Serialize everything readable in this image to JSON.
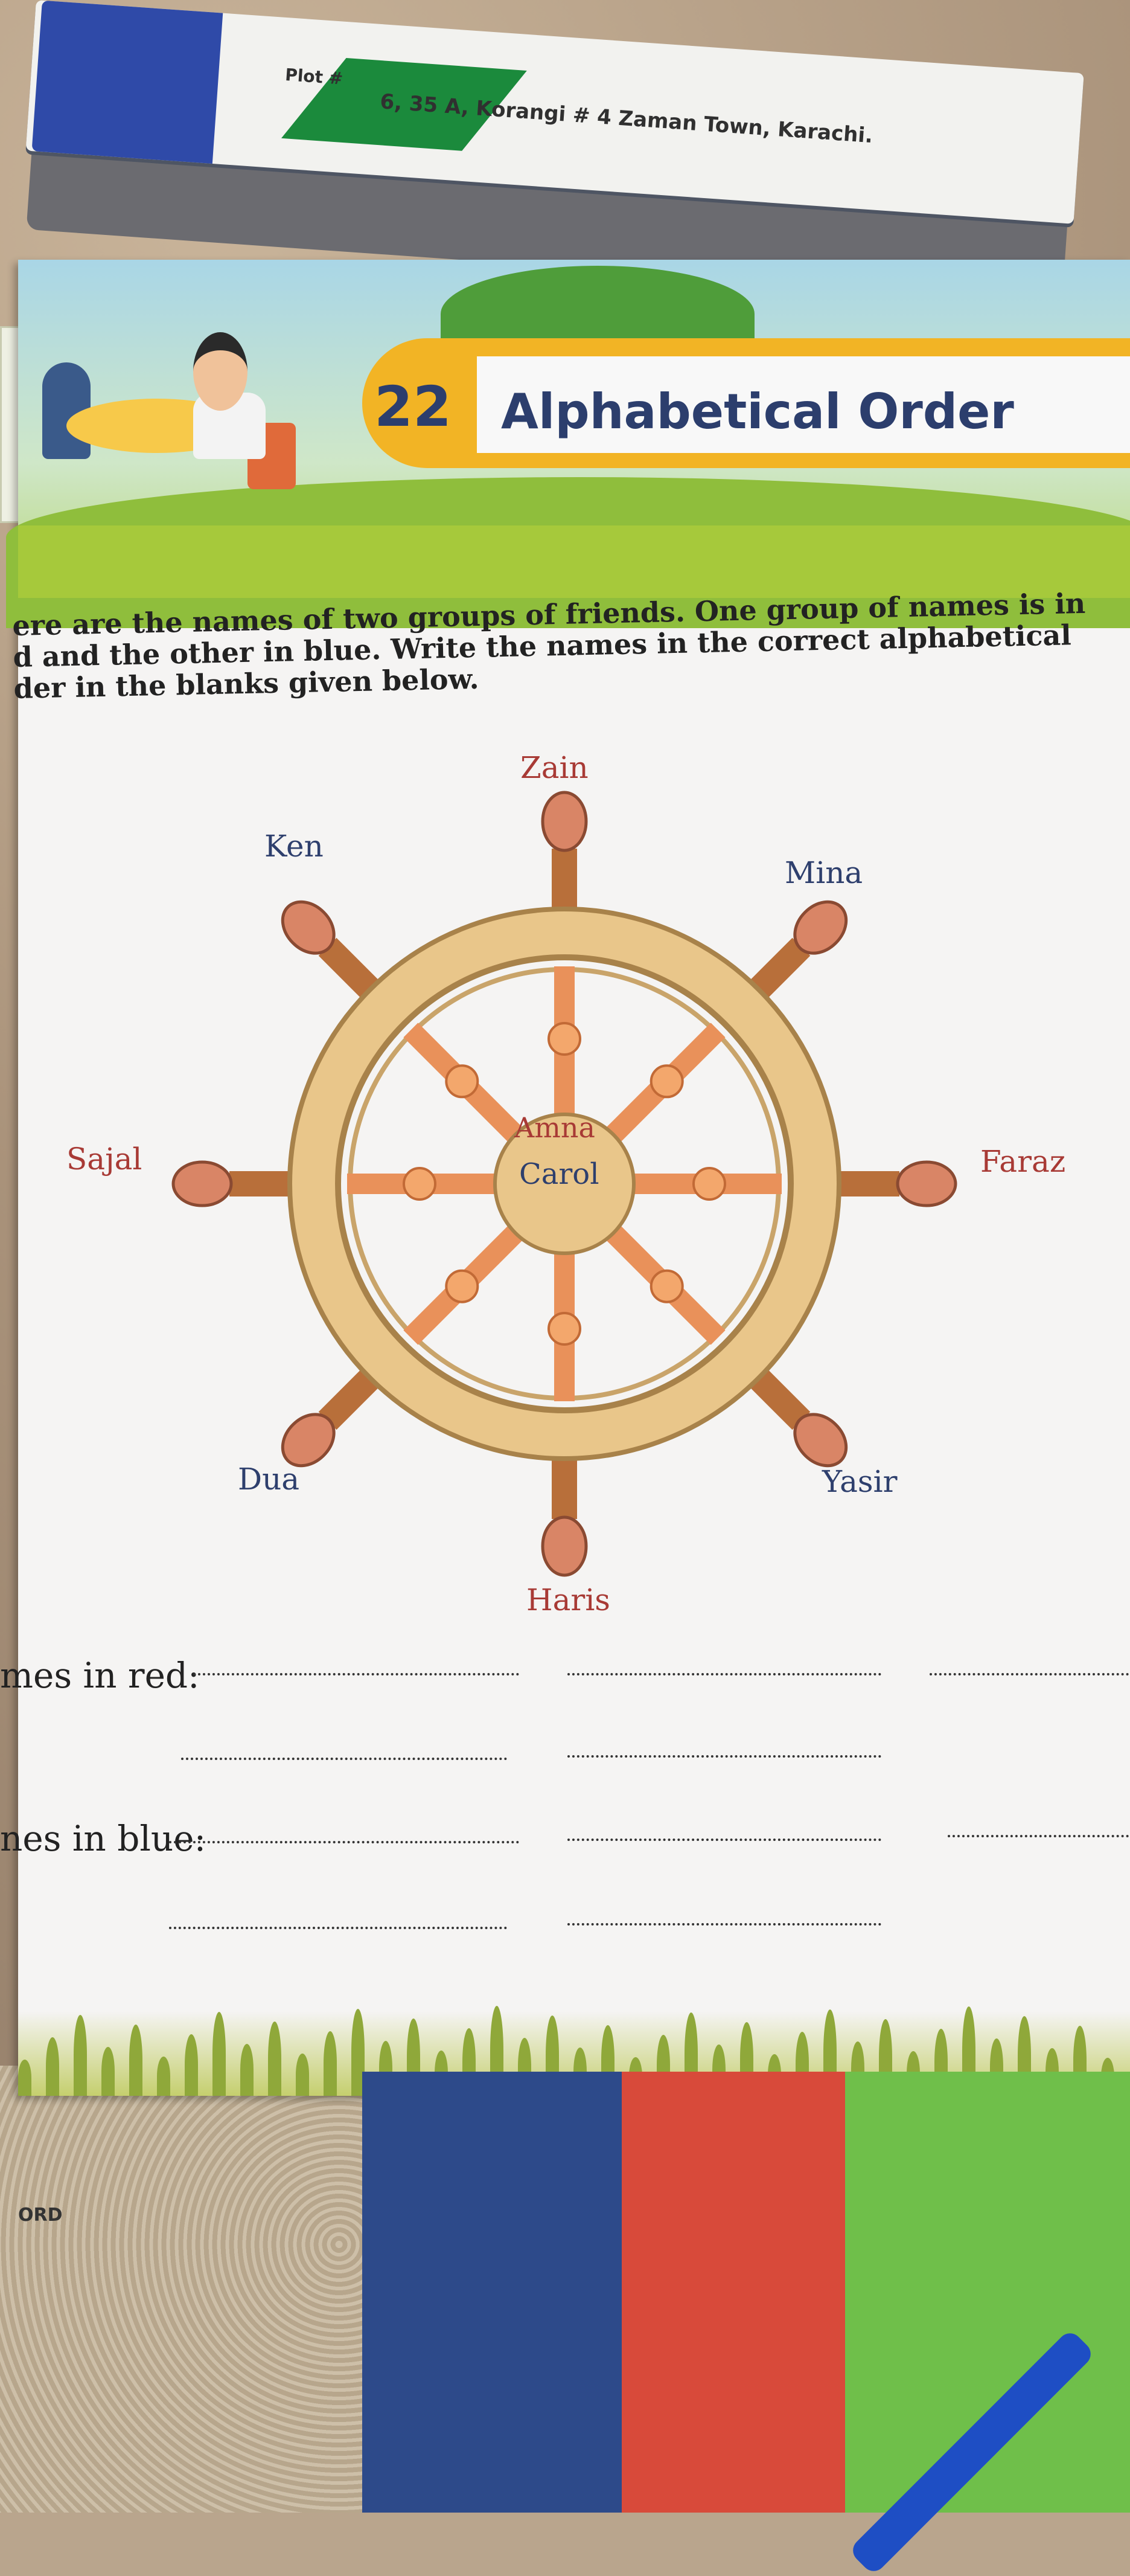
{
  "book": {
    "plot_label": "Plot #",
    "address": "6, 35 A, Korangi # 4 Zaman Town, Karachi."
  },
  "lesson": {
    "number": "22",
    "title": "Alphabetical Order"
  },
  "instructions": {
    "line1": "ere are the names of two groups of friends. One group of names is in",
    "line2": "d and the other in blue. Write the names in the correct alphabetical",
    "line3": "der in the blanks given below."
  },
  "wheel": {
    "top": "Zain",
    "top_left": "Ken",
    "top_right": "Mina",
    "left": "Sajal",
    "right": "Faraz",
    "bottom_left": "Dua",
    "bottom_right": "Yasir",
    "bottom": "Haris",
    "center_top": "Amna",
    "center_bottom": "Carol"
  },
  "answers": {
    "red_label": "mes in red:",
    "blue_label": "nes in blue:"
  },
  "footer": {
    "publisher": "ORD"
  },
  "colors": {
    "red_names": "#a83a35",
    "blue_names": "#2e3f6d",
    "banner": "#f2b425",
    "wheel_rim": "#e9c68a",
    "wheel_spokes": "#e9915a"
  }
}
